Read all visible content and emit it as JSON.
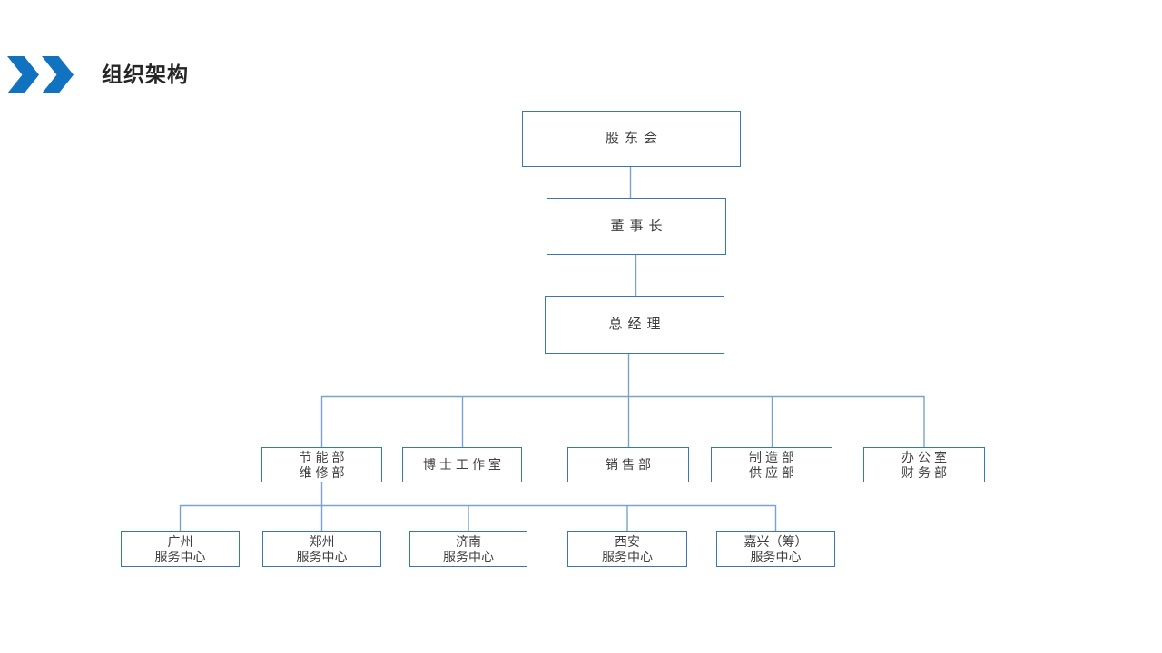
{
  "theme": {
    "bg": "#ffffff",
    "chevron_color": "#1173BF",
    "title_color": "#262626",
    "box_border_color": "#3A76B0",
    "connector_color": "#7AA3CC",
    "box_text_color": "#3F3F3F"
  },
  "header": {
    "title": "组织架构",
    "chevron_icon": "double-right-chevron"
  },
  "diagram": {
    "type": "org-chart",
    "shareholders": {
      "label": "股东会"
    },
    "chairman": {
      "label": "董事长"
    },
    "general_manager": {
      "label": "总经理"
    },
    "departments": [
      {
        "line1": "节能部",
        "line2": "维修部"
      },
      {
        "line1": "博士工作室",
        "line2": ""
      },
      {
        "line1": "销售部",
        "line2": ""
      },
      {
        "line1": "制造部",
        "line2": "供应部"
      },
      {
        "line1": "办公室",
        "line2": "财务部"
      }
    ],
    "service_centers": [
      {
        "line1": "广州",
        "line2": "服务中心"
      },
      {
        "line1": "郑州",
        "line2": "服务中心"
      },
      {
        "line1": "济南",
        "line2": "服务中心"
      },
      {
        "line1": "西安",
        "line2": "服务中心"
      },
      {
        "line1": "嘉兴（筹）",
        "line2": "服务中心"
      }
    ],
    "hierarchy": {
      "label": "股东会",
      "children": [
        {
          "label": "董事长",
          "children": [
            {
              "label": "总经理",
              "children": [
                {
                  "label": "节能部 维修部",
                  "children": [
                    {
                      "label": "广州 服务中心"
                    },
                    {
                      "label": "郑州 服务中心"
                    },
                    {
                      "label": "济南 服务中心"
                    },
                    {
                      "label": "西安 服务中心"
                    },
                    {
                      "label": "嘉兴（筹） 服务中心"
                    }
                  ]
                },
                {
                  "label": "博士工作室"
                },
                {
                  "label": "销售部"
                },
                {
                  "label": "制造部 供应部"
                },
                {
                  "label": "办公室 财务部"
                }
              ]
            }
          ]
        }
      ]
    }
  }
}
